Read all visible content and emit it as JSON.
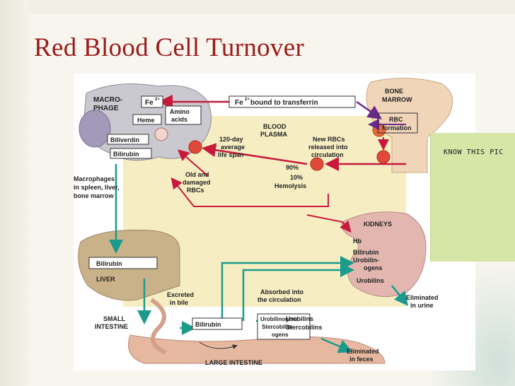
{
  "slide": {
    "title": "Red Blood Cell Turnover",
    "note": "KNOW THIS PIC"
  },
  "diagram": {
    "labels": {
      "macrophage": [
        "MACRO-",
        "PHAGE"
      ],
      "fe_box": "Fe",
      "fe_sup": "2+",
      "fe_transferrin": " bound to transferrin",
      "fe_transferrin_fe": "Fe",
      "heme": "Heme",
      "amino": [
        "Amino",
        "acids"
      ],
      "biliverdin": "Biliverdin",
      "bilirubin_mac": "Bilirubin",
      "macrophages_in": [
        "Macrophages",
        "in spleen, liver,",
        "bone marrow"
      ],
      "bone_marrow": [
        "BONE",
        "MARROW"
      ],
      "rbc_formation": [
        "RBC",
        "formation"
      ],
      "blood_plasma": [
        "BLOOD",
        "PLASMA"
      ],
      "new_rbcs": [
        "New RBCs",
        "released into",
        "circulation"
      ],
      "lifespan": [
        "120-day",
        "average",
        "life span"
      ],
      "pct90": "90%",
      "pct10": [
        "10%",
        "Hemolysis"
      ],
      "old_rbcs": [
        "Old and",
        "damaged",
        "RBCs"
      ],
      "kidneys": "KIDNEYS",
      "hb": "Hb",
      "kid_bilirubin": "Bilirubin",
      "kid_urobilinogens": [
        "Urobilin-",
        "ogens"
      ],
      "kid_urobilins": "Urobilins",
      "eliminated_urine": [
        "Eliminated",
        "in urine"
      ],
      "liver_bilirubin": "Bilirubin",
      "liver": "LIVER",
      "excreted": [
        "Excreted",
        "in bile"
      ],
      "absorbed": [
        "Absorbed into",
        "the circulation"
      ],
      "small_intestine": [
        "SMALL",
        "INTESTINE"
      ],
      "int_bilirubin": "Bilirubin",
      "urobilinogens": [
        "Urobilinogens",
        "Stercobilin-",
        "ogens"
      ],
      "urobilins": [
        "Urobilins",
        "Stercobilins"
      ],
      "eliminated_feces": [
        "Eliminated",
        "in feces"
      ],
      "large_intestine": "LARGE INTESTINE"
    },
    "colors": {
      "arrow_red": "#c8193c",
      "arrow_teal": "#1a9b8c",
      "arrow_purple": "#6a2a8a",
      "macrophage": "#c9c9cf",
      "liver": "#c9b28a",
      "kidney": "#e3b7b0",
      "intestine": "#e7b8a0",
      "bone": "#f0d5b8",
      "plasma": "#f6eec2"
    }
  }
}
